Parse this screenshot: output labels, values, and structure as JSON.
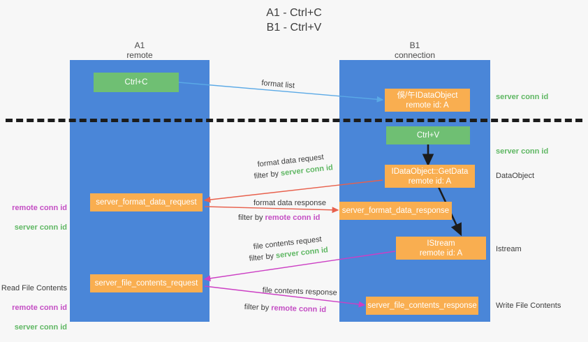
{
  "diagram": {
    "title": "A1 - Ctrl+C\nB1 - Ctrl+V",
    "background_color": "#f7f7f7",
    "columns": [
      {
        "id": "a1",
        "label": "A1\nremote",
        "color": "#4a86d8"
      },
      {
        "id": "b1",
        "label": "B1\nconnection",
        "color": "#4a86d8"
      }
    ],
    "divider": {
      "style": "dashed",
      "color": "#1c1c1c"
    },
    "colors": {
      "green_box": "#6fbf73",
      "orange_box": "#f9ae50",
      "column_blue": "#4a86d8",
      "server_conn_id": "#5fb763",
      "remote_conn_id": "#c44ec4",
      "arrow_blue": "#5aa9e6",
      "arrow_red": "#e8604c",
      "arrow_magenta": "#cc3fc4",
      "arrow_black": "#1c1c1c"
    },
    "boxes": [
      {
        "id": "ctrl-c",
        "label": "Ctrl+C",
        "type": "green"
      },
      {
        "id": "idataobject",
        "label": "俁/午IDataObject\nremote id: A",
        "type": "orange"
      },
      {
        "id": "ctrl-v",
        "label": "Ctrl+V",
        "type": "green"
      },
      {
        "id": "getdata",
        "label": "IDataObject::GetData\nremote id: A",
        "type": "orange"
      },
      {
        "id": "format-data-request",
        "label": "server_format_data_request",
        "type": "orange"
      },
      {
        "id": "format-data-response",
        "label": "server_format_data_response",
        "type": "orange"
      },
      {
        "id": "istream",
        "label": "IStream\nremote id: A",
        "type": "orange"
      },
      {
        "id": "file-contents-request",
        "label": "server_file_contents_request",
        "type": "orange"
      },
      {
        "id": "file-contents-response",
        "label": "server_file_contents_response",
        "type": "orange"
      }
    ],
    "edge_labels": [
      {
        "id": "format-list",
        "text": "format list"
      },
      {
        "id": "format-data-request-label",
        "text": "format data request"
      },
      {
        "id": "format-data-request-filter-prefix",
        "text": "filter by "
      },
      {
        "id": "format-data-request-filter-value",
        "text": "server conn id"
      },
      {
        "id": "format-data-response-label",
        "text": "format data response"
      },
      {
        "id": "format-data-response-filter-prefix",
        "text": "filter by "
      },
      {
        "id": "format-data-response-filter-value",
        "text": "remote conn id"
      },
      {
        "id": "file-contents-request-label",
        "text": "file contents request"
      },
      {
        "id": "file-contents-request-filter-prefix",
        "text": "filter by "
      },
      {
        "id": "file-contents-request-filter-value",
        "text": "server conn id"
      },
      {
        "id": "file-contents-response-label",
        "text": "file contents response"
      },
      {
        "id": "file-contents-response-filter-prefix",
        "text": "filter by "
      },
      {
        "id": "file-contents-response-filter-value",
        "text": "remote conn id"
      }
    ],
    "left_annotations": [
      {
        "id": "left-conn-ids",
        "remote": "remote conn id",
        "server": "server conn id"
      },
      {
        "id": "read-file-contents",
        "heading": "Read File Contents",
        "remote": "remote conn id",
        "server": "server conn id"
      }
    ],
    "right_annotations": [
      {
        "id": "right-server-conn-1",
        "text": "server conn id",
        "kind": "green"
      },
      {
        "id": "right-server-conn-2",
        "text": "server conn id",
        "kind": "green"
      },
      {
        "id": "right-dataobject",
        "text": "DataObject",
        "kind": "plain"
      },
      {
        "id": "right-istream",
        "text": "Istream",
        "kind": "plain"
      },
      {
        "id": "right-write-file-contents",
        "text": "Write File Contents",
        "kind": "plain"
      }
    ]
  }
}
